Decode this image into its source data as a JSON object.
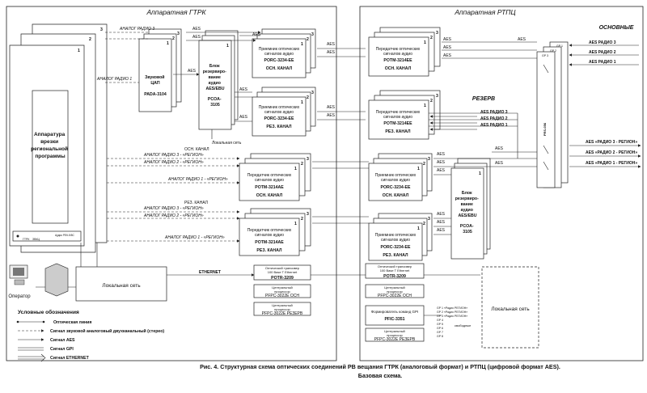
{
  "regions": {
    "gtrk": "Аппаратная ГТРК",
    "rtpc": "Аппаратная РТПЦ",
    "osnovnye": "ОСНОВНЫЕ",
    "rezerv": "РЕЗЕРВ"
  },
  "left_stack": {
    "numbers": [
      "3",
      "2",
      "1"
    ],
    "main_label": [
      "Аппаратура",
      "врезки",
      "региональной",
      "программы"
    ],
    "panel_labels": [
      "ГТРК",
      "ЗВКЦ",
      "Аудио РЕК-5/5С"
    ]
  },
  "dac": {
    "numbers": [
      "3",
      "2",
      "1"
    ],
    "label": [
      "Звуковой",
      "ЦАП"
    ],
    "model": "PADA-3104"
  },
  "reserve_unit_gtrk": {
    "number": "1",
    "label": [
      "Блок",
      "резервиро-",
      "вание",
      "аудио",
      "AES/EBU"
    ],
    "model": [
      "PCOA-",
      "3105"
    ]
  },
  "reserve_unit_rtpc": {
    "number": "1",
    "label": [
      "Блок",
      "резервиро-",
      "вание",
      "аудио",
      "AES/EBU"
    ],
    "model": [
      "PCOA-",
      "3105"
    ]
  },
  "receivers": {
    "label": [
      "Приемник оптических",
      "сигналов аудио"
    ],
    "model_gtrk": "PORC-3234-EE",
    "model_rtpc": "POTM-3214EE",
    "main": "ОСН. КАНАЛ",
    "res": "РЕЗ. КАНАЛ"
  },
  "transmitters": {
    "label": [
      "Передатчик оптических",
      "сигналов аудио"
    ],
    "model_gtrk": "POTM-3214AE",
    "model_rtpc": "PORC-3234-EE",
    "main": "ОСН. КАНАЛ",
    "res": "РЕЗ. КАНАЛ"
  },
  "signals": {
    "aes": "AES",
    "analog_r3": "АНАЛОГ РАДИО 3",
    "analog_r1": "АНАЛОГ РАДИО 1",
    "osn_kanal": "ОСН. КАНАЛ",
    "rez_kanal": "РЕЗ. КАНАЛ",
    "an_r3_reg": "АНАЛОГ РАДИО 3 - «РЕГИОН»",
    "an_r2_reg": "АНАЛОГ РАДИО 2 - «РЕГИОН»",
    "an_r1_reg": "АНАЛОГ РАДИО 1 - «РЕГИОН»",
    "aes_r3": "AES РАДИО 3",
    "aes_r2": "AES РАДИО 2",
    "aes_r1": "AES РАДИО 1",
    "aes_r3_reg": "AES «РАДИО 3 - РЕГИОН»",
    "aes_r2_reg": "AES «РАДИО 2 - РЕГИОН»",
    "aes_r1_reg": "AES «РАДИО 1 - РЕГИОН»",
    "local_net_small": "Локальная сеть",
    "ethernet": "ETHERNET"
  },
  "switch": {
    "model": "PRS-056",
    "gp": [
      "GP 1",
      "GP 2",
      "GP 3"
    ]
  },
  "network": {
    "local_left": "Локальная сеть",
    "local_right": "Локальная сеть",
    "operator": "Оператор",
    "transceiver_label": [
      "Оптический трансивер",
      "100 Base T Ethernet"
    ],
    "transceiver_model": "POTR-3209",
    "cpu_label": [
      "Центральный",
      "процессор"
    ],
    "cpu_main": "PFPC-3022E ОСН",
    "cpu_res": "PFPC-3022E РЕЗЕРВ",
    "gpi_former": "Формирователь команд GPI",
    "gpi_model": "PFIC-3351",
    "gpi_outputs": [
      "GP 1 «Радио РЕГИОН»",
      "GP 2 «Радио РЕГИОН»",
      "GP 3 «Радио РЕГИОН»",
      "GP 4",
      "GP 5",
      "GP 6",
      "GP 7",
      "GP 8"
    ],
    "gpi_free": "свободные"
  },
  "legend": {
    "title": "Условные обозначения",
    "items": [
      "Оптическая линия",
      "Сигнал звуковой аналоговый двухканальный (стерео)",
      "Сигнал AES",
      "Сигнал GPI",
      "Сигнал ETHERNET"
    ]
  },
  "caption": {
    "line1": "Рис. 4. Структурная схема оптических соединений РВ вещания ГТРК (аналоговый формат)  и РТПЦ (цифровой формат AES).",
    "line2": "Базовая схема."
  }
}
